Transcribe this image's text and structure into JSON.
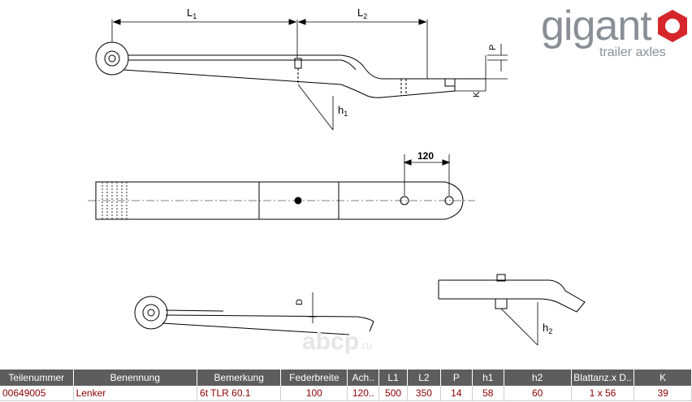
{
  "drawing": {
    "labels": {
      "l1": "L",
      "l1_sub": "1",
      "l2": "L",
      "l2_sub": "2",
      "p": "P",
      "k": "K",
      "h1": "h",
      "h1_sub": "1",
      "h2": "h",
      "h2_sub": "2",
      "d": "D",
      "hole_spacing": "120"
    }
  },
  "logo": {
    "brand": "gigant",
    "tagline": "trailer axles"
  },
  "watermark": {
    "text": "abcp",
    "suffix": ".ru"
  },
  "table": {
    "headers": [
      "Teilenummer",
      "Benennung",
      "Bemerkung",
      "Federbreite",
      "Ach..",
      "L1",
      "L2",
      "P",
      "h1",
      "h2",
      "Blattanz.x D..",
      "K"
    ],
    "rows": [
      [
        "00649005",
        "Lenker",
        "6t TLR 60.1",
        "100",
        "120..",
        "500",
        "350",
        "14",
        "58",
        "60",
        "1 x 56",
        "39"
      ]
    ]
  }
}
